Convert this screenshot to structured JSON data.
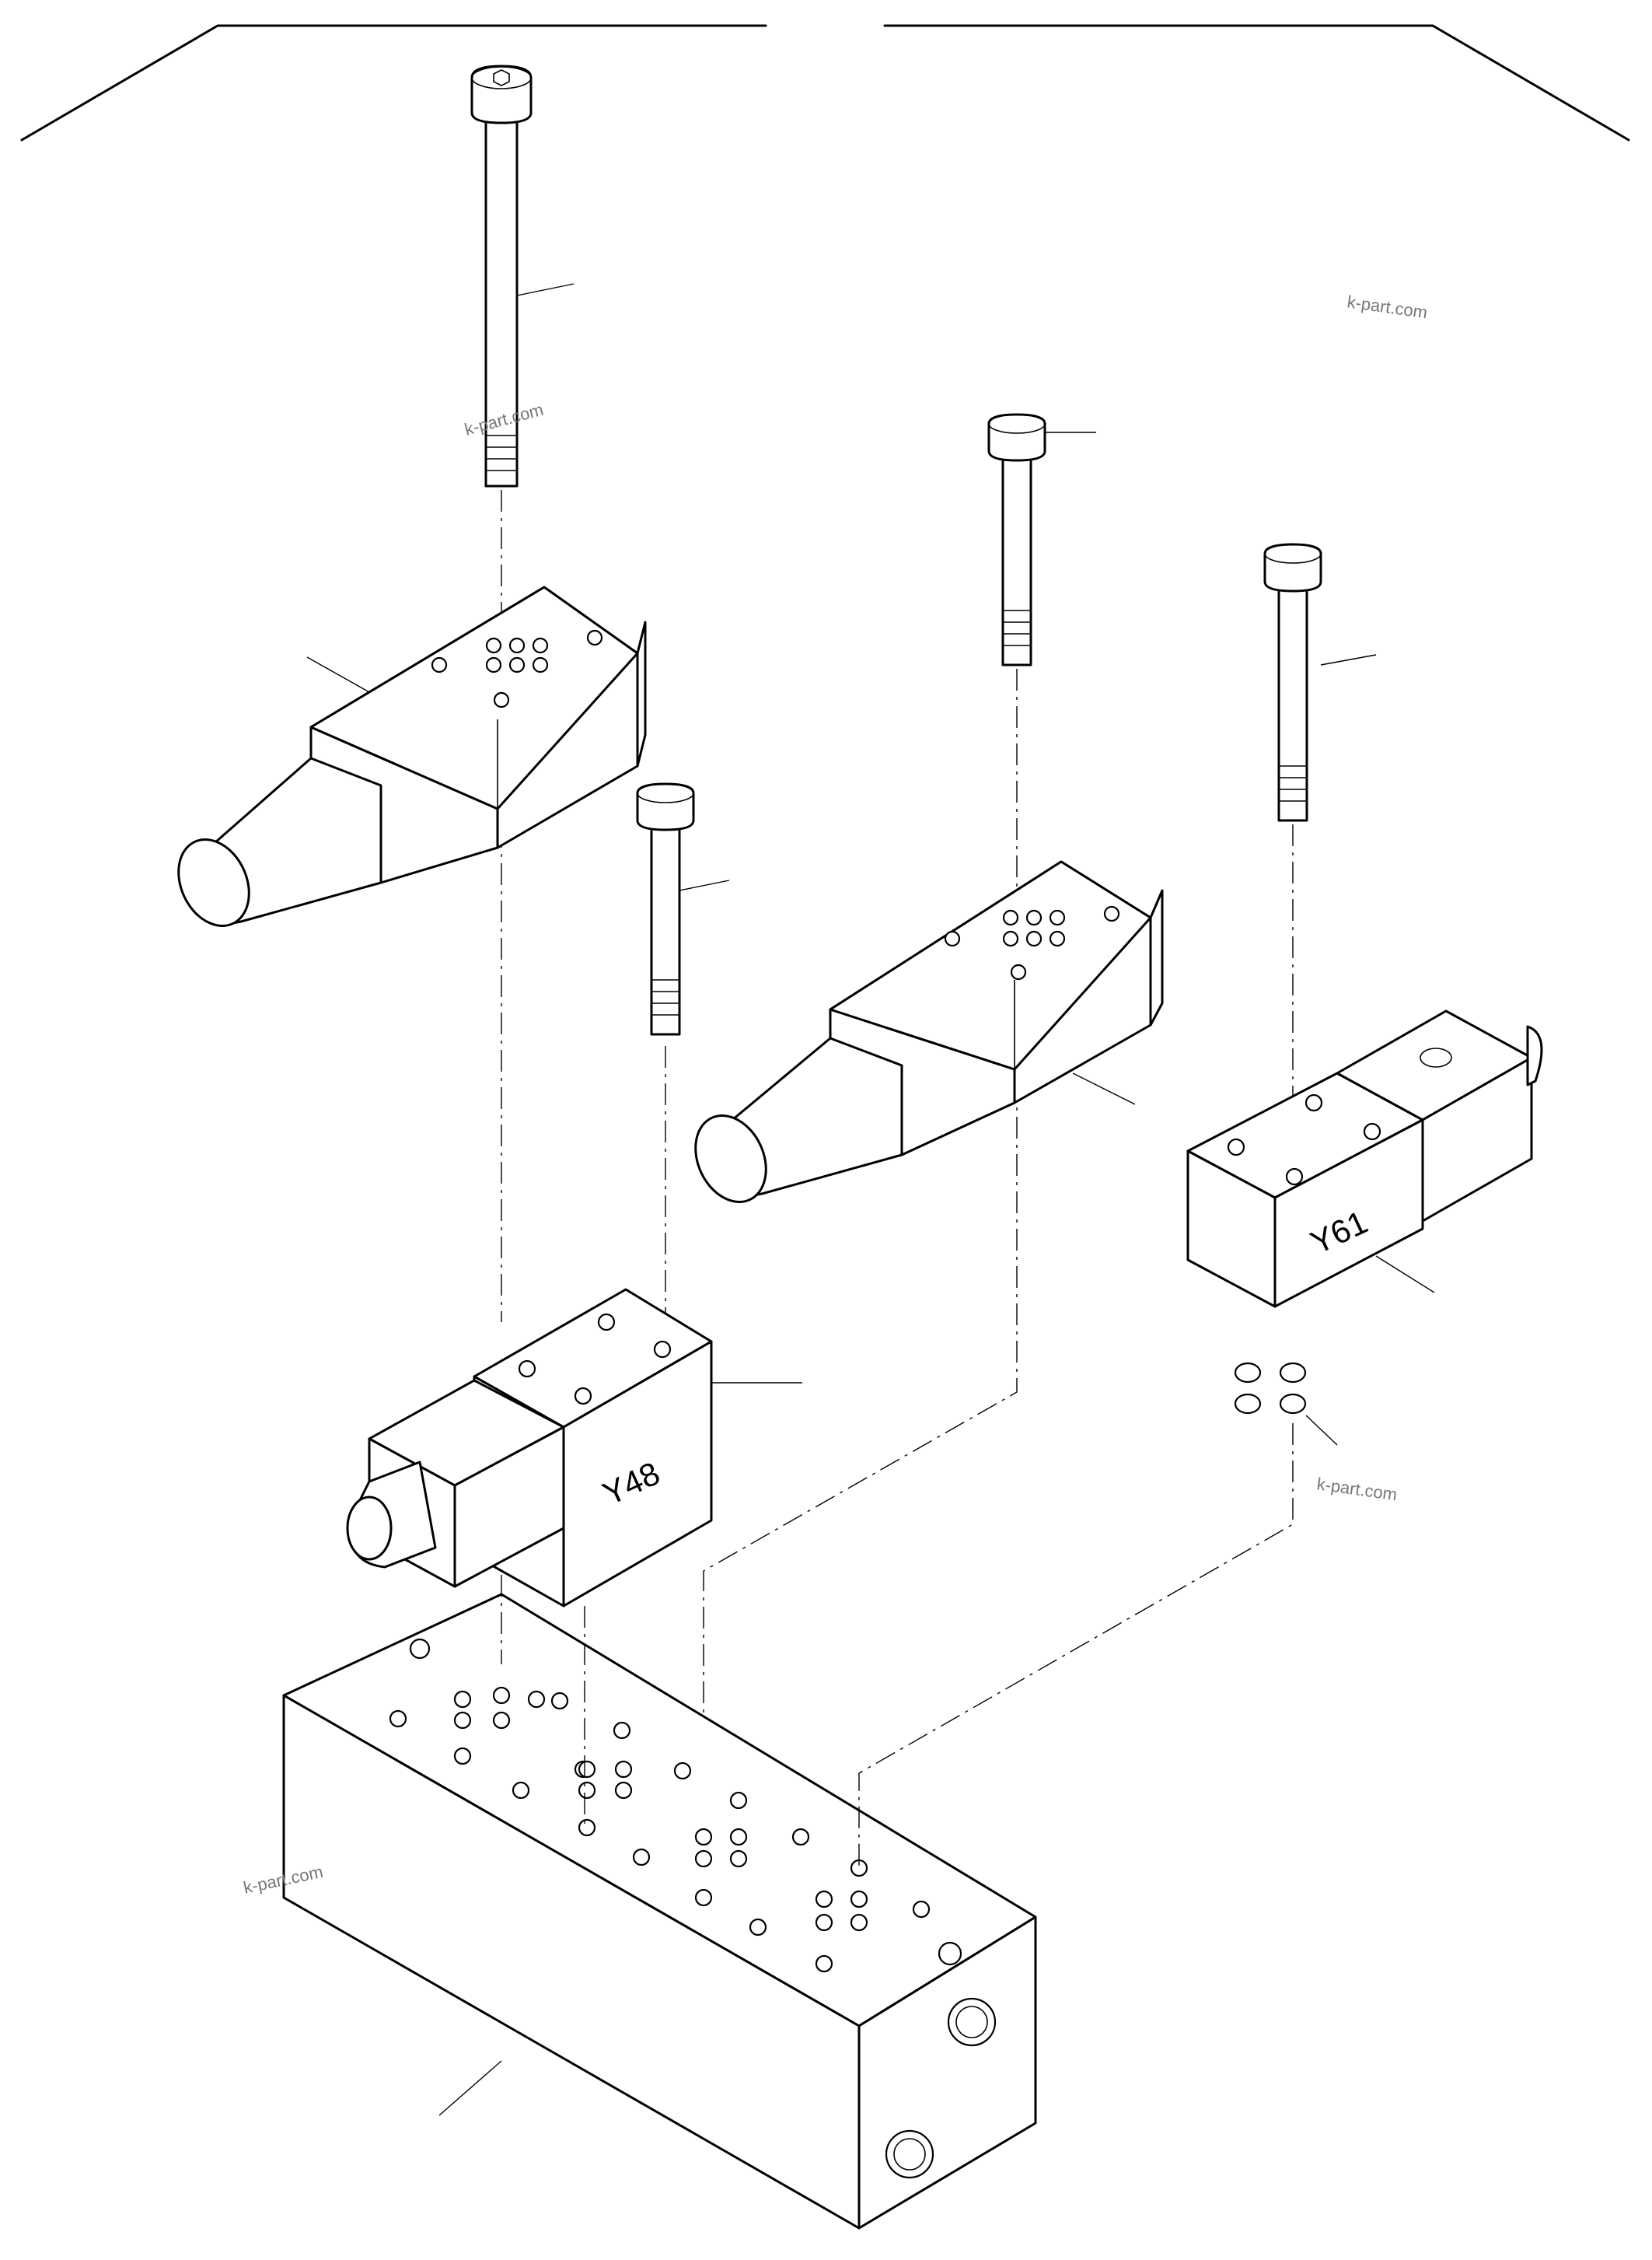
{
  "labels": {
    "valve_y48": "Y48",
    "valve_y61": "Y61"
  },
  "watermarks": [
    "k-part.com",
    "k-part.com",
    "k-part.com",
    "k-part.com"
  ]
}
